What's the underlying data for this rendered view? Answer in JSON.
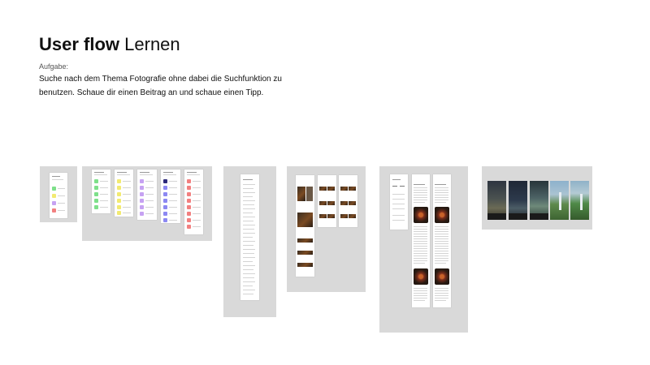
{
  "header": {
    "title_bold": "User flow",
    "title_light": " Lernen",
    "task_label": "Aufgabe:",
    "task_text": "Suche nach dem Thema Fotografie ohne dabei die Suchfunktion zu benutzen. Schaue dir einen Beitrag an und schaue einen Tipp."
  },
  "colors": {
    "panel": "#d9d9d9",
    "green": "#7ee08a",
    "yellow": "#f2ea72",
    "purple": "#c6a2f2",
    "blue": "#8c88f2",
    "red": "#f28080"
  }
}
